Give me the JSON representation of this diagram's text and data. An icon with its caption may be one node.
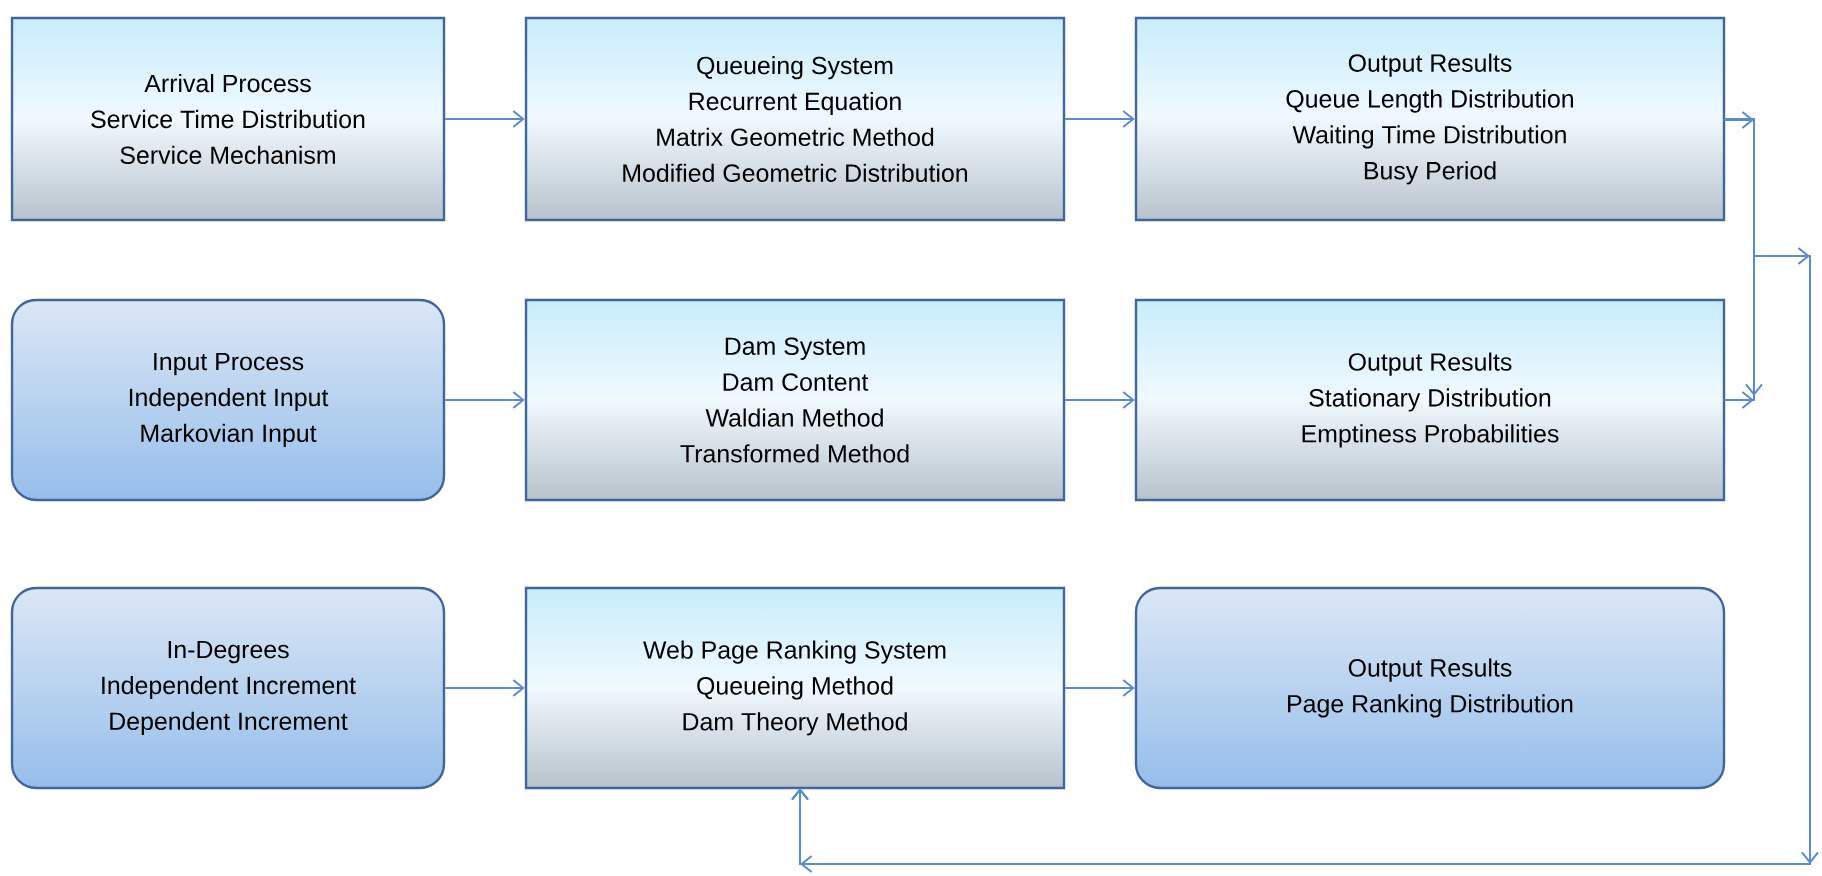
{
  "diagram": {
    "nodes": [
      {
        "text": [
          "Arrival  Process",
          "Service Time Distribution",
          "Service Mechanism"
        ]
      },
      {
        "text": [
          "Queueing System",
          "Recurrent Equation",
          "Matrix Geometric Method",
          "Modified Geometric Distribution"
        ]
      },
      {
        "text": [
          "Output Results",
          "Queue Length Distribution",
          "Waiting Time Distribution",
          "Busy Period"
        ]
      },
      {
        "text": [
          "Input Process",
          "Independent Input",
          "Markovian Input"
        ]
      },
      {
        "text": [
          "Dam System",
          "Dam Content",
          "Waldian Method",
          "Transformed Method"
        ]
      },
      {
        "text": [
          "Output Results",
          "Stationary Distribution",
          "Emptiness Probabilities"
        ]
      },
      {
        "text": [
          "In-Degrees",
          "Independent Increment",
          "Dependent Increment"
        ]
      },
      {
        "text": [
          "Web Page Ranking System",
          "Queueing  Method",
          "Dam Theory Method"
        ]
      },
      {
        "text": [
          "Output Results",
          "Page Ranking Distribution"
        ]
      }
    ],
    "edges": [
      {
        "from": 0,
        "to": 1,
        "arrow": "to"
      },
      {
        "from": 1,
        "to": 2,
        "arrow": "to"
      },
      {
        "from": 3,
        "to": 4,
        "arrow": "to"
      },
      {
        "from": 4,
        "to": 5,
        "arrow": "to"
      },
      {
        "from": 6,
        "to": 7,
        "arrow": "to"
      },
      {
        "from": 7,
        "to": 8,
        "arrow": "to"
      },
      {
        "from": 2,
        "to": 7,
        "arrow": "to"
      },
      {
        "from": 5,
        "to": 7,
        "arrow": "to"
      }
    ]
  }
}
